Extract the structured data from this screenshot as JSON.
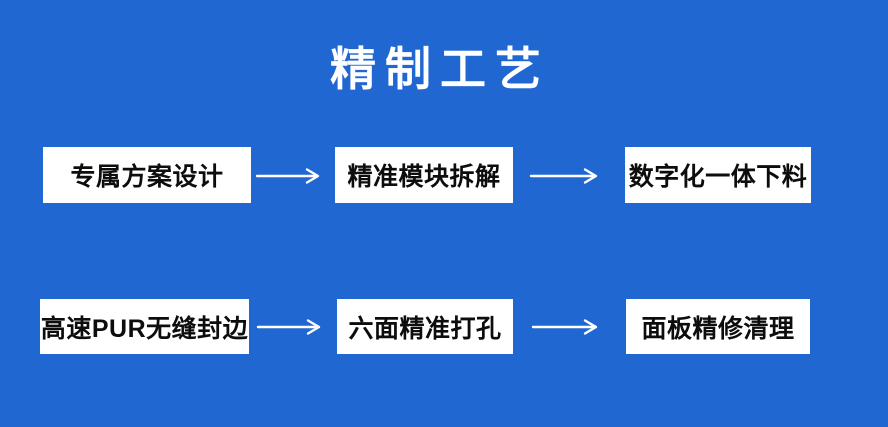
{
  "title": {
    "text": "精制工艺"
  },
  "flow": {
    "rows": [
      {
        "steps": [
          {
            "label": "专属方案设计"
          },
          {
            "label": "精准模块拆解"
          },
          {
            "label": "数字化一体下料"
          }
        ]
      },
      {
        "steps": [
          {
            "label": "高速PUR无缝封边"
          },
          {
            "label": "六面精准打孔"
          },
          {
            "label": "面板精修清理"
          }
        ]
      }
    ]
  },
  "icons": {
    "arrow": "arrow-right-icon"
  },
  "colors": {
    "background": "#2167D2",
    "box_background": "#FFFFFF",
    "box_text": "#0D0D0D",
    "title_text": "#FFFFFF",
    "arrow": "#FFFFFF"
  }
}
